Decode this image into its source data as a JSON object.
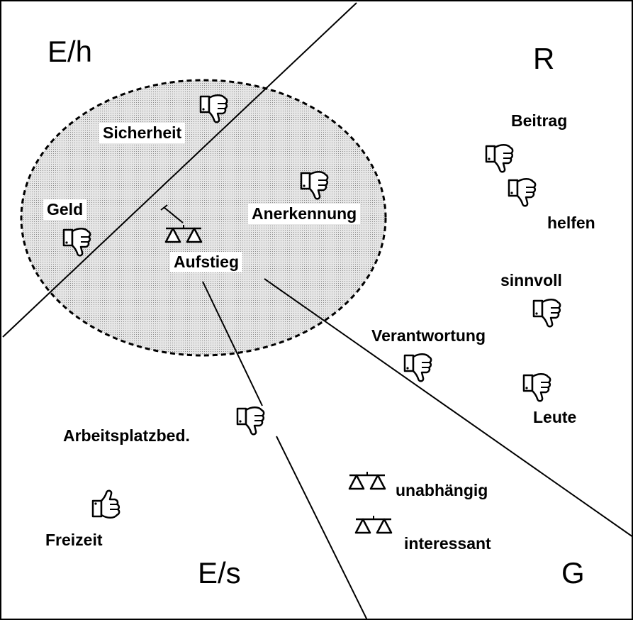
{
  "regions": {
    "eh": "E/h",
    "r": "R",
    "es": "E/s",
    "g": "G"
  },
  "terms": {
    "sicherheit": "Sicherheit",
    "geld": "Geld",
    "anerkennung": "Anerkennung",
    "aufstieg": "Aufstieg",
    "beitrag": "Beitrag",
    "helfen": "helfen",
    "sinnvoll": "sinnvoll",
    "verantwortung": "Verantwortung",
    "leute": "Leute",
    "arbeitsplatzbed": "Arbeitsplatzbed.",
    "freizeit": "Freizeit",
    "unabhaengig": "unabhängig",
    "interessant": "interessant"
  },
  "icons": {
    "thumbs_down": "thumbs-down-icon",
    "thumbs_up": "thumbs-up-icon",
    "balance": "balance-scale-icon"
  },
  "colors": {
    "line": "#000000",
    "ellipse_fill": "#dcdcdc",
    "background": "#ffffff"
  }
}
